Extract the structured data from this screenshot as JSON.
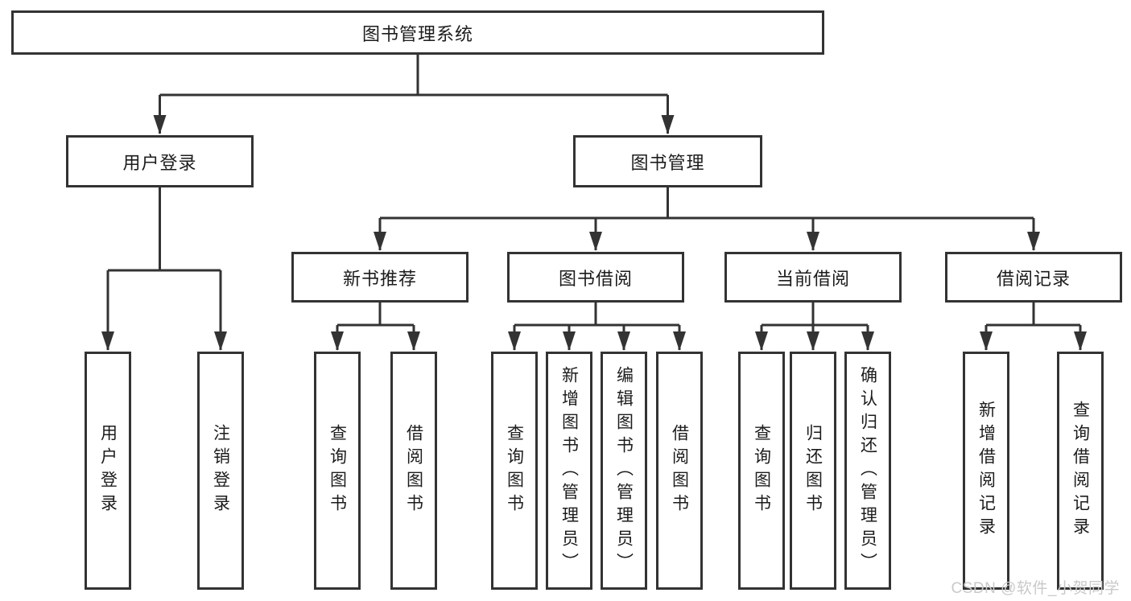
{
  "diagram_type": "hierarchy-tree",
  "tree": {
    "label": "图书管理系统",
    "children": [
      {
        "label": "用户登录",
        "children": [
          {
            "label": "用户登录"
          },
          {
            "label": "注销登录"
          }
        ]
      },
      {
        "label": "图书管理",
        "children": [
          {
            "label": "新书推荐",
            "children": [
              {
                "label": "查询图书"
              },
              {
                "label": "借阅图书"
              }
            ]
          },
          {
            "label": "图书借阅",
            "children": [
              {
                "label": "查询图书"
              },
              {
                "label": "新增图书（管理员）"
              },
              {
                "label": "编辑图书（管理员）"
              },
              {
                "label": "借阅图书"
              }
            ]
          },
          {
            "label": "当前借阅",
            "children": [
              {
                "label": "查询图书"
              },
              {
                "label": "归还图书"
              },
              {
                "label": "确认归还（管理员）"
              }
            ]
          },
          {
            "label": "借阅记录",
            "children": [
              {
                "label": "新增借阅记录"
              },
              {
                "label": "查询借阅记录"
              }
            ]
          }
        ]
      }
    ]
  },
  "watermark": {
    "text": "CSDN @软件_小贺同学"
  },
  "colors": {
    "line": "#333333",
    "box_border": "#333333",
    "box_fill": "#ffffff",
    "text": "#1c1c1c",
    "watermark": "#c9c9c9",
    "background": "#ffffff"
  }
}
